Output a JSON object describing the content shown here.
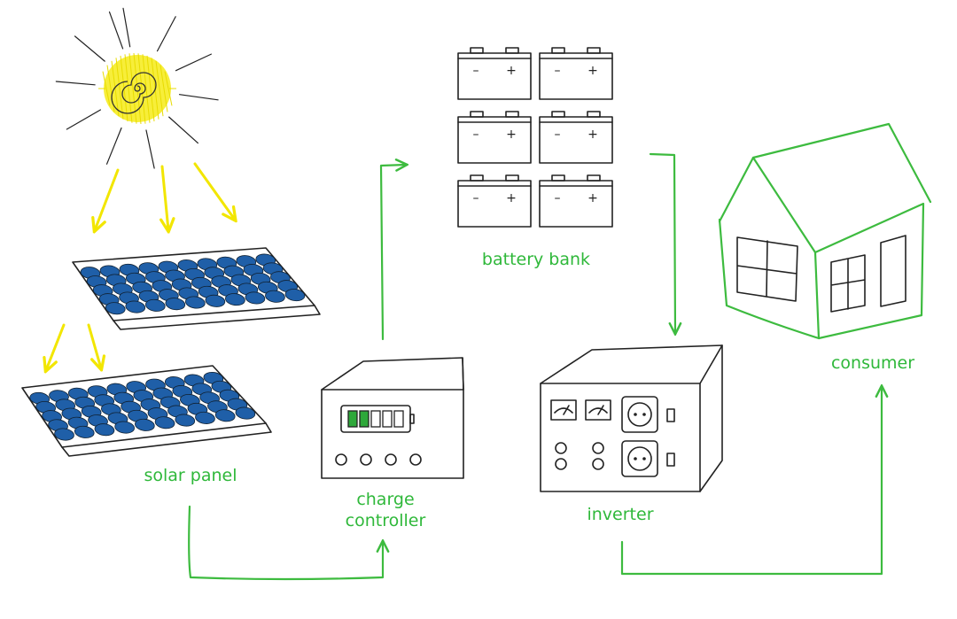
{
  "labels": {
    "solar_panel": "solar panel",
    "charge_controller_line1": "charge",
    "charge_controller_line2": "controller",
    "battery_bank": "battery bank",
    "inverter": "inverter",
    "consumer": "consumer"
  },
  "battery_terminals": {
    "minus": "–",
    "plus": "+"
  },
  "colors": {
    "flow_green": "#3dbb3f",
    "label_green": "#2fb83a",
    "sun_yellow": "#f2e600",
    "cell_blue": "#1f5fa8",
    "charge_green": "#2ea83a"
  },
  "charge_indicator": {
    "filled_segments": 2,
    "total_segments": 5
  }
}
